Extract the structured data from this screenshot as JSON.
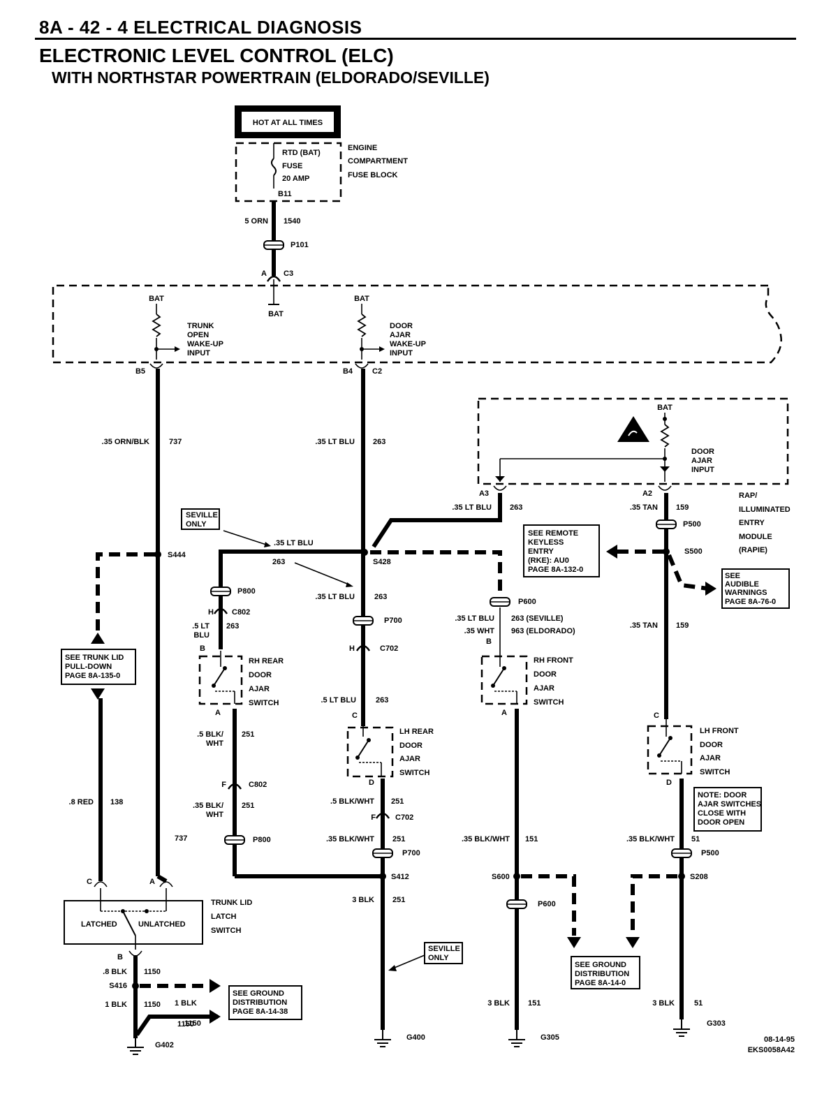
{
  "header": {
    "section": "8A - 42 - 4   ELECTRICAL DIAGNOSIS",
    "title": "ELECTRONIC LEVEL CONTROL (ELC)",
    "subtitle": "WITH NORTHSTAR POWERTRAIN (ELDORADO/SEVILLE)"
  },
  "fuse_block": {
    "hot": "HOT AT ALL TIMES",
    "fuse_name": "RTD (BAT)",
    "fuse_word": "FUSE",
    "fuse_rating": "20 AMP",
    "terminal": "B11",
    "label_1": "ENGINE",
    "label_2": "COMPARTMENT",
    "label_3": "FUSE BLOCK"
  },
  "feed": {
    "wire": "5 ORN",
    "circuit": "1540",
    "connector": "P101",
    "pin": "A",
    "conn": "C3",
    "bat": "BAT"
  },
  "elc_module": {
    "bat_1": "BAT",
    "bat_2": "BAT",
    "trunk_input": [
      "TRUNK",
      "OPEN",
      "WAKE-UP",
      "INPUT"
    ],
    "door_input": [
      "DOOR",
      "AJAR",
      "WAKE-UP",
      "INPUT"
    ],
    "pin_b5": "B5",
    "pin_b4": "B4",
    "conn_c2": "C2"
  },
  "rap_module": {
    "bat": "BAT",
    "input": [
      "DOOR",
      "AJAR",
      "INPUT"
    ],
    "pin_a3": "A3",
    "pin_a2": "A2",
    "label": [
      "RAP/",
      "ILLUMINATED",
      "ENTRY",
      "MODULE",
      "(RAPIE)"
    ]
  },
  "wires": {
    "w737_top": ".35 ORN/BLK",
    "c737": "737",
    "c737_low": "737",
    "w263_top": ".35 LT BLU",
    "c263_top": "263",
    "w263_a3": ".35 LT BLU",
    "c263_a3": "263",
    "w159_a2": ".35 TAN",
    "c159_a2": "159",
    "w263_s428": ".35 LT BLU",
    "c263_s428": "263",
    "w263_mid": ".35 LT BLU",
    "c263_mid": "263",
    "w263_rh_1": ".5 LT",
    "w263_rh_2": "BLU",
    "c263_rh": "263",
    "w263_lhr": ".5 LT BLU",
    "c263_lhr": "263",
    "w263_rhf": ".35 LT BLU",
    "c263_rhf": "263 (SEVILLE)",
    "w963_rhf": ".35 WHT",
    "c963_rhf": "963 (ELDORADO)",
    "w159_mid": ".35 TAN",
    "c159_mid": "159",
    "w251_rh_1": ".5 BLK/",
    "w251_rh_2": "WHT",
    "c251_rh": "251",
    "w251_rh2_1": ".35 BLK/",
    "w251_rh2_2": "WHT",
    "c251_rh2": "251",
    "w251_lhr": ".5 BLK/WHT",
    "c251_lhr": "251",
    "w251_p700": ".35 BLK/WHT",
    "c251_p700": "251",
    "w151": ".35 BLK/WHT",
    "c151": "151",
    "w51": ".35 BLK/WHT",
    "c51": "51",
    "w138": ".8 RED",
    "c138": "138",
    "w1150_a": ".8 BLK",
    "c1150_a": "1150",
    "w1150_b": "1 BLK",
    "c1150_b": "1150",
    "w1150_c": "1 BLK",
    "c1150_c": "1150",
    "c1150_d": "1150",
    "w251_g": "3 BLK",
    "c251_g": "251",
    "w151_g": "3 BLK",
    "c151_g": "151",
    "w51_g": "3 BLK",
    "c51_g": "51"
  },
  "splices": {
    "s444": "S444",
    "s428": "S428",
    "s500": "S500",
    "s412": "S412",
    "s600": "S600",
    "s208": "S208",
    "s416": "S416"
  },
  "connectors": {
    "p800_top": "P800",
    "c802_top": "C802",
    "pin_h_rh": "H",
    "p700_top": "P700",
    "c702_top": "C702",
    "pin_h_lh": "H",
    "p600_top": "P600",
    "p500_top": "P500",
    "c802_bot": "C802",
    "pin_f_rh": "F",
    "p800_bot": "P800",
    "c702_bot": "C702",
    "pin_f_lh": "F",
    "p700_bot": "P700",
    "p600_bot": "P600",
    "p500_bot": "P500",
    "pin_b_rhr": "B",
    "pin_a_rhr": "A",
    "pin_c_lhr": "C",
    "pin_d_lhr": "D",
    "pin_b_rhf": "B",
    "pin_a_rhf": "A",
    "pin_c_lhf": "C",
    "pin_d_lhf": "D",
    "pin_c_trunk": "C",
    "pin_a_trunk": "A",
    "pin_b_trunk": "B"
  },
  "switches": {
    "rh_rear": [
      "RH REAR",
      "DOOR",
      "AJAR",
      "SWITCH"
    ],
    "lh_rear": [
      "LH REAR",
      "DOOR",
      "AJAR",
      "SWITCH"
    ],
    "rh_front": [
      "RH FRONT",
      "DOOR",
      "AJAR",
      "SWITCH"
    ],
    "lh_front": [
      "LH FRONT",
      "DOOR",
      "AJAR",
      "SWITCH"
    ],
    "trunk": [
      "TRUNK LID",
      "LATCH",
      "SWITCH"
    ],
    "trunk_latched": "LATCHED",
    "trunk_unlatched": "UNLATCHED"
  },
  "notes": {
    "seville_only_1": [
      "SEVILLE",
      "ONLY"
    ],
    "seville_only_2": [
      "SEVILLE",
      "ONLY"
    ],
    "rke": [
      "SEE REMOTE",
      "KEYLESS",
      "ENTRY",
      "(RKE): AU0",
      "PAGE 8A-132-0"
    ],
    "audible": [
      "SEE",
      "AUDIBLE",
      "WARNINGS",
      "PAGE 8A-76-0"
    ],
    "trunk_pulldown": [
      "SEE TRUNK LID",
      "PULL-DOWN",
      "PAGE 8A-135-0"
    ],
    "door_note": [
      "NOTE: DOOR",
      "AJAR SWITCHES",
      "CLOSE WITH",
      "DOOR OPEN"
    ],
    "ground_dist_1": [
      "SEE GROUND",
      "DISTRIBUTION",
      "PAGE 8A-14-0"
    ],
    "ground_dist_2": [
      "SEE GROUND",
      "DISTRIBUTION",
      "PAGE 8A-14-38"
    ]
  },
  "grounds": {
    "g402": "G402",
    "g400": "G400",
    "g305": "G305",
    "g303": "G303"
  },
  "footer": {
    "date": "08-14-95",
    "code": "EKS0058A42"
  }
}
